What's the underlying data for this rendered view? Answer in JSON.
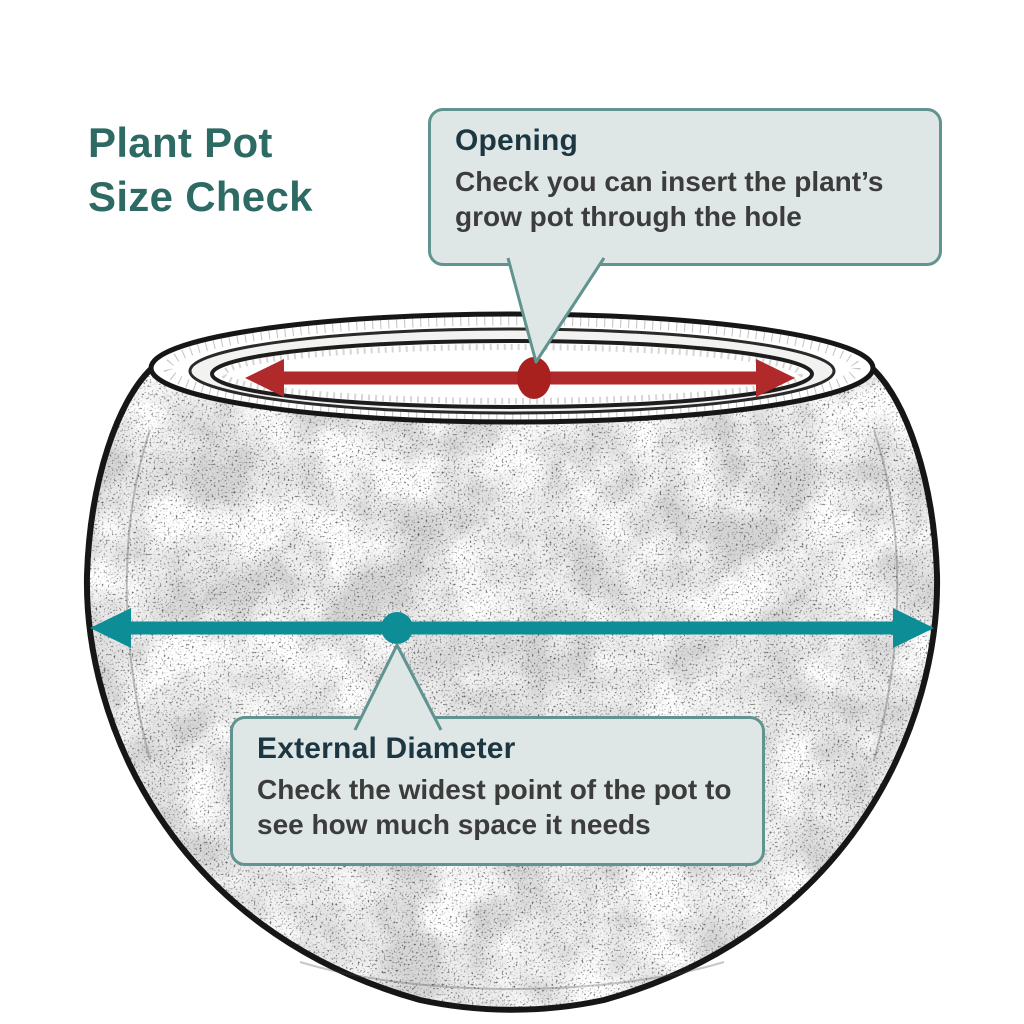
{
  "title": {
    "line1": "Plant Pot",
    "line2": "Size Check"
  },
  "callouts": {
    "opening": {
      "heading": "Opening",
      "body": "Check you can insert the plant’s grow pot through the hole"
    },
    "external_diameter": {
      "heading": "External Diameter",
      "body": "Check the widest point of the pot to see how much space it needs"
    }
  },
  "annotations": {
    "opening_arrow": {
      "color": "#b0292b"
    },
    "opening_dot": {
      "color": "#a8211f"
    },
    "diameter_arrow": {
      "color": "#0d8e96"
    },
    "diameter_dot": {
      "color": "#0d8e96"
    }
  },
  "colors": {
    "background": "#ffffff",
    "title_text": "#2e6a64",
    "callout_fill": "#dfe7e6",
    "callout_border": "#61938f",
    "callout_heading_text": "#1d3742",
    "callout_body_text": "#3c3c3c",
    "sketch_ink": "#161616"
  }
}
